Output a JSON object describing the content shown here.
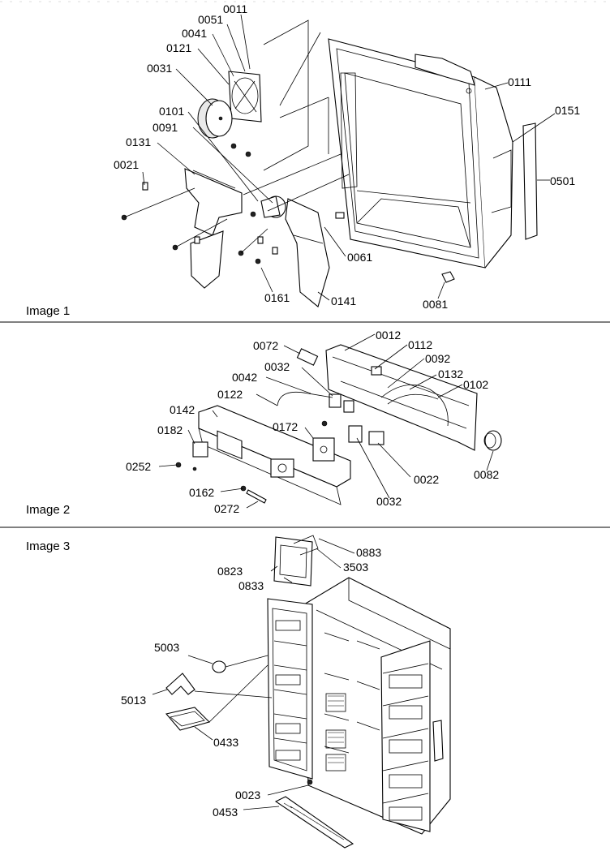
{
  "panels": [
    {
      "title": "Image 1",
      "callouts": [
        "0011",
        "0051",
        "0041",
        "0121",
        "0031",
        "0101",
        "0091",
        "0131",
        "0021",
        "0111",
        "0151",
        "0501",
        "0061",
        "0161",
        "0141",
        "0081"
      ]
    },
    {
      "title": "Image 2",
      "callouts": [
        "0072",
        "0012",
        "0112",
        "0092",
        "0032",
        "0042",
        "0132",
        "0102",
        "0122",
        "0142",
        "0172",
        "0182",
        "0252",
        "0162",
        "0272",
        "0022",
        "0082",
        "0032"
      ]
    },
    {
      "title": "Image 3",
      "callouts": [
        "0883",
        "0823",
        "3503",
        "0833",
        "5003",
        "5013",
        "0433",
        "0023",
        "0453"
      ]
    }
  ]
}
